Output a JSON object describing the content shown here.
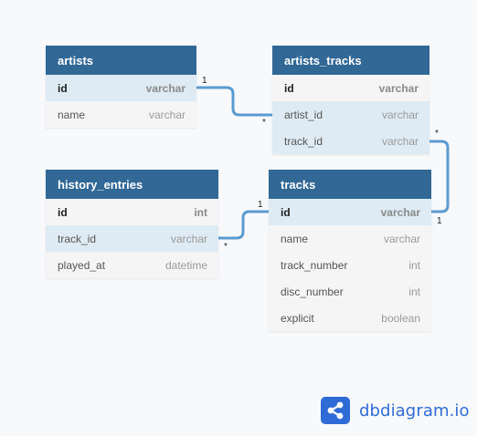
{
  "tables": {
    "artists": {
      "title": "artists",
      "fields": [
        {
          "name": "id",
          "type": "varchar"
        },
        {
          "name": "name",
          "type": "varchar"
        }
      ]
    },
    "artists_tracks": {
      "title": "artists_tracks",
      "fields": [
        {
          "name": "id",
          "type": "varchar"
        },
        {
          "name": "artist_id",
          "type": "varchar"
        },
        {
          "name": "track_id",
          "type": "varchar"
        }
      ]
    },
    "history_entries": {
      "title": "history_entries",
      "fields": [
        {
          "name": "id",
          "type": "int"
        },
        {
          "name": "track_id",
          "type": "varchar"
        },
        {
          "name": "played_at",
          "type": "datetime"
        }
      ]
    },
    "tracks": {
      "title": "tracks",
      "fields": [
        {
          "name": "id",
          "type": "varchar"
        },
        {
          "name": "name",
          "type": "varchar"
        },
        {
          "name": "track_number",
          "type": "int"
        },
        {
          "name": "disc_number",
          "type": "int"
        },
        {
          "name": "explicit",
          "type": "boolean"
        }
      ]
    }
  },
  "relationships": [
    {
      "from": "artists.id",
      "to": "artists_tracks.artist_id",
      "from_card": "1",
      "to_card": "*"
    },
    {
      "from": "artists_tracks.track_id",
      "to": "tracks.id",
      "from_card": "*",
      "to_card": "1"
    },
    {
      "from": "history_entries.track_id",
      "to": "tracks.id",
      "from_card": "*",
      "to_card": "1"
    }
  ],
  "brand": {
    "text": "dbdiagram.io",
    "icon": "share-nodes-icon",
    "color": "#2f6bd6"
  },
  "colors": {
    "header": "#316896",
    "highlight": "#deebf4",
    "link": "#5b9bd0"
  }
}
